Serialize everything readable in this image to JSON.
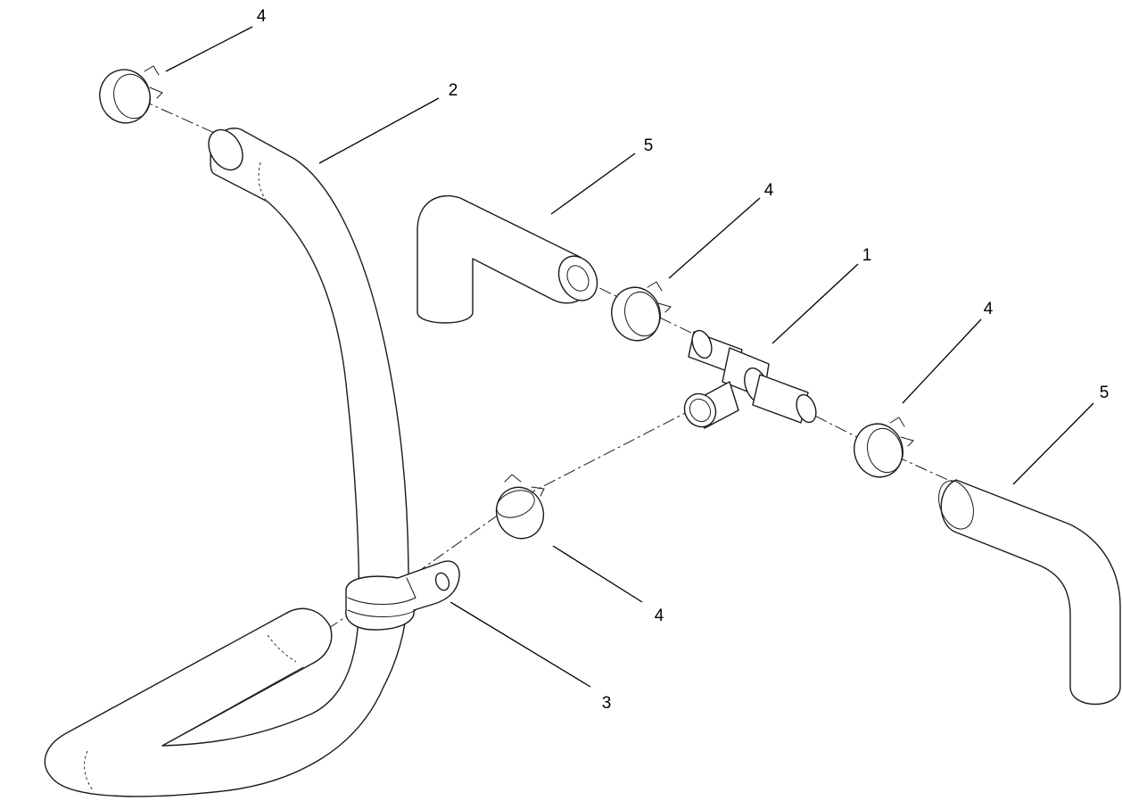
{
  "callouts": [
    {
      "id": "tee-fitting",
      "label": "1"
    },
    {
      "id": "long-hose",
      "label": "2"
    },
    {
      "id": "hose-clamp-bracket",
      "label": "3"
    },
    {
      "id": "clamp-top-left",
      "label": "4"
    },
    {
      "id": "clamp-upper-middle",
      "label": "4"
    },
    {
      "id": "clamp-right",
      "label": "4"
    },
    {
      "id": "clamp-lower-middle",
      "label": "4"
    },
    {
      "id": "elbow-hose-upper",
      "label": "5"
    },
    {
      "id": "elbow-hose-right",
      "label": "5"
    }
  ]
}
